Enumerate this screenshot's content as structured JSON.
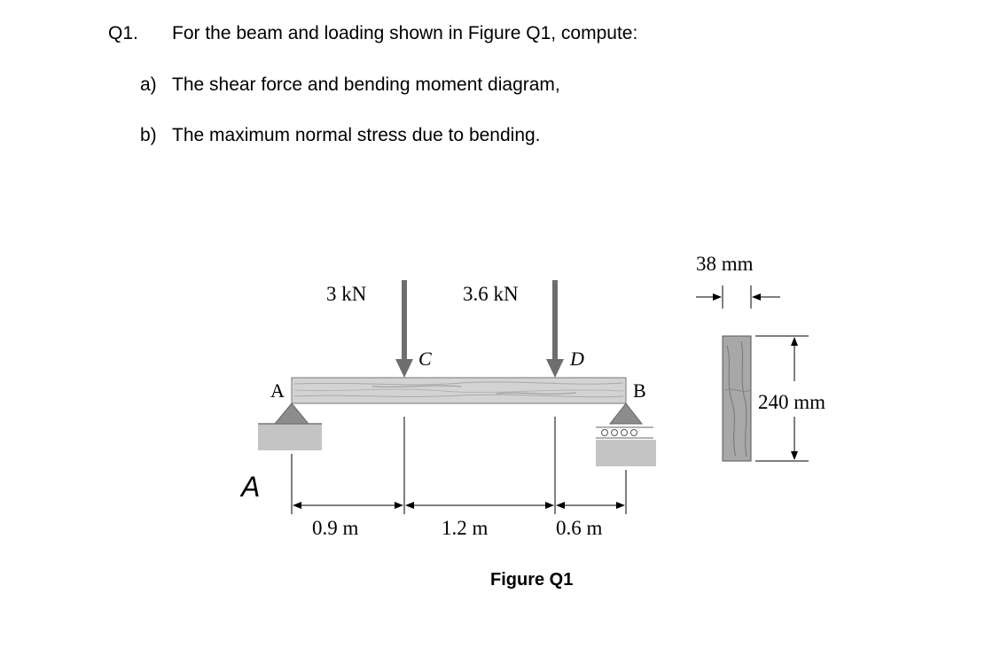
{
  "question": {
    "number": "Q1.",
    "prompt": "For the beam and loading shown in Figure Q1, compute:",
    "parts": [
      {
        "letter": "a)",
        "text": "The shear force and bending moment diagram,"
      },
      {
        "letter": "b)",
        "text": "The maximum normal stress due to bending."
      }
    ]
  },
  "figure": {
    "caption": "Figure Q1",
    "loads": [
      {
        "label": "3 kN",
        "point": "C"
      },
      {
        "label": "3.6 kN",
        "point": "D"
      }
    ],
    "points": {
      "A": "A",
      "B": "B",
      "C": "C",
      "D": "D"
    },
    "handwritten_mark": "A",
    "spans": [
      {
        "label": "0.9 m"
      },
      {
        "label": "1.2 m"
      },
      {
        "label": "0.6 m"
      }
    ],
    "cross_section": {
      "width_label": "38 mm",
      "height_label": "240 mm"
    },
    "colors": {
      "beam": "#cfcfcf",
      "support": "#8c8c8c",
      "ground": "#bdbdbd",
      "section": "#a8a8a8"
    }
  }
}
